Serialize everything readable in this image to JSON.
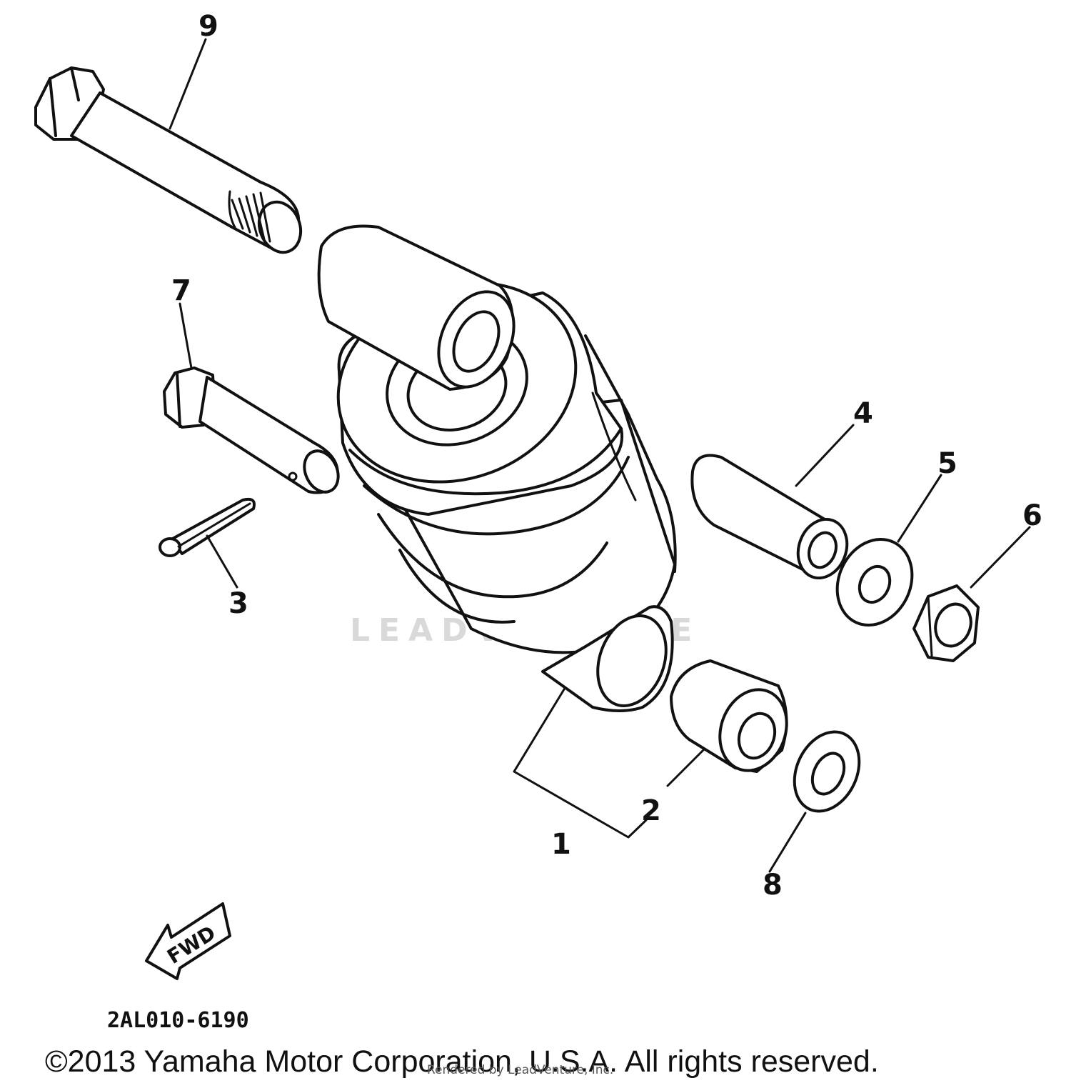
{
  "diagram": {
    "callouts": [
      "3",
      "7",
      "9",
      "4",
      "5",
      "6",
      "2",
      "1",
      "8"
    ],
    "fwd_label": "FWD",
    "diagram_code": "2AL010-6190",
    "watermark": "LEADVENTURE",
    "rendered_by": "Rendered by LeadVenture, Inc.",
    "copyright": "©2013 Yamaha Motor Corporation, U.S.A. All rights reserved."
  }
}
